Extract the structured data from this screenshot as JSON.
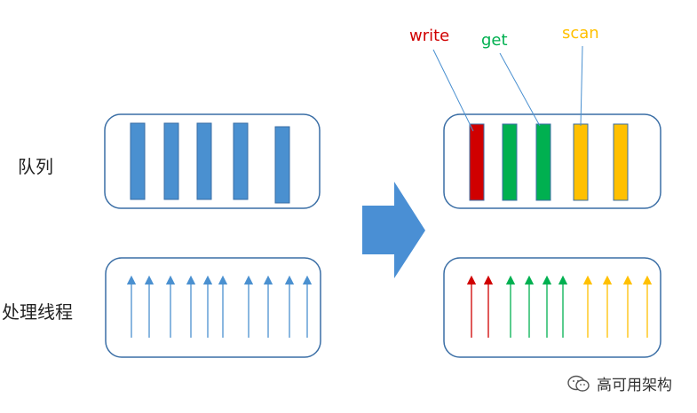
{
  "labels": {
    "queue": "队列",
    "threads": "处理线程"
  },
  "operations": {
    "write": {
      "label": "write",
      "color": "#d00000"
    },
    "get": {
      "label": "get",
      "color": "#00b050"
    },
    "scan": {
      "label": "scan",
      "color": "#ffc000"
    }
  },
  "watermark": {
    "text": "高可用架构"
  },
  "colors": {
    "queue_item": "#4a90d0",
    "box_border": "#3a6ea5",
    "transition_arrow": "#4a8fd4"
  },
  "before": {
    "queue_items": 5,
    "thread_arrows": 10
  },
  "after": {
    "queue_items": [
      "write",
      "get",
      "get",
      "scan",
      "scan"
    ],
    "thread_arrows": [
      "write",
      "write",
      "get",
      "get",
      "get",
      "get",
      "scan",
      "scan",
      "scan",
      "scan"
    ]
  }
}
